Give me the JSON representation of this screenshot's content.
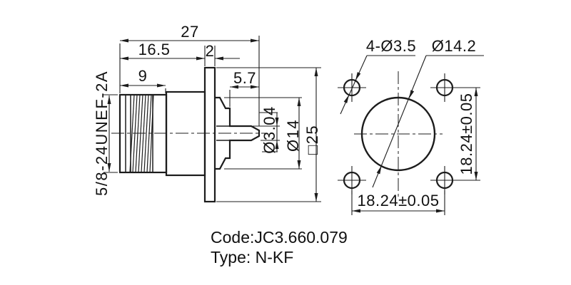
{
  "drawing": {
    "side_view": {
      "thread_label": "5/8-24UNEF-2A",
      "total_length": "27",
      "body_length": "16.5",
      "flange_thickness": "2",
      "thread_length": "9",
      "pin_protrusion": "5.7",
      "pin_diameter": "Ø3.04",
      "boss_diameter": "Ø14",
      "flange_size": "□25"
    },
    "front_view": {
      "mounting_holes": "4-Ø3.5",
      "bore_diameter": "Ø14.2",
      "hole_spacing_horizontal": "18.24±0.05",
      "hole_spacing_vertical": "18.24±0.05"
    },
    "notes": {
      "code": "Code:JC3.660.079",
      "type": "Type: N-KF"
    },
    "colors": {
      "line": "#1c1c1c",
      "background": "#ffffff"
    }
  }
}
